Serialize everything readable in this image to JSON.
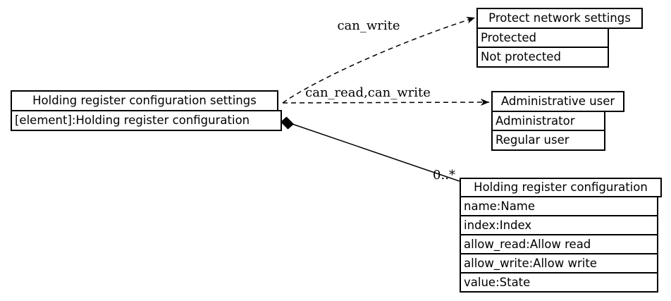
{
  "colors": {
    "background": "#ffffff",
    "line": "#000000",
    "node_fill": "#ffffff",
    "text": "#000000"
  },
  "nodes": {
    "settings": {
      "title": "Holding register configuration settings",
      "rows": [
        "[element]:Holding register configuration"
      ]
    },
    "protect": {
      "title": "Protect network settings",
      "rows": [
        "Protected",
        "Not protected"
      ]
    },
    "admin": {
      "title": "Administrative user",
      "rows": [
        "Administrator",
        "Regular user"
      ]
    },
    "register": {
      "title": "Holding register configuration",
      "rows": [
        "name:Name",
        "index:Index",
        "allow_read:Allow read",
        "allow_write:Allow write",
        "value:State"
      ]
    }
  },
  "edges": {
    "can_write": {
      "label": "can_write",
      "style": "dashed",
      "type": "dependency"
    },
    "can_read_can_write": {
      "label": "can_read,can_write",
      "style": "dashed",
      "type": "dependency"
    },
    "composition": {
      "label": "0..*",
      "style": "solid",
      "type": "composition"
    }
  }
}
